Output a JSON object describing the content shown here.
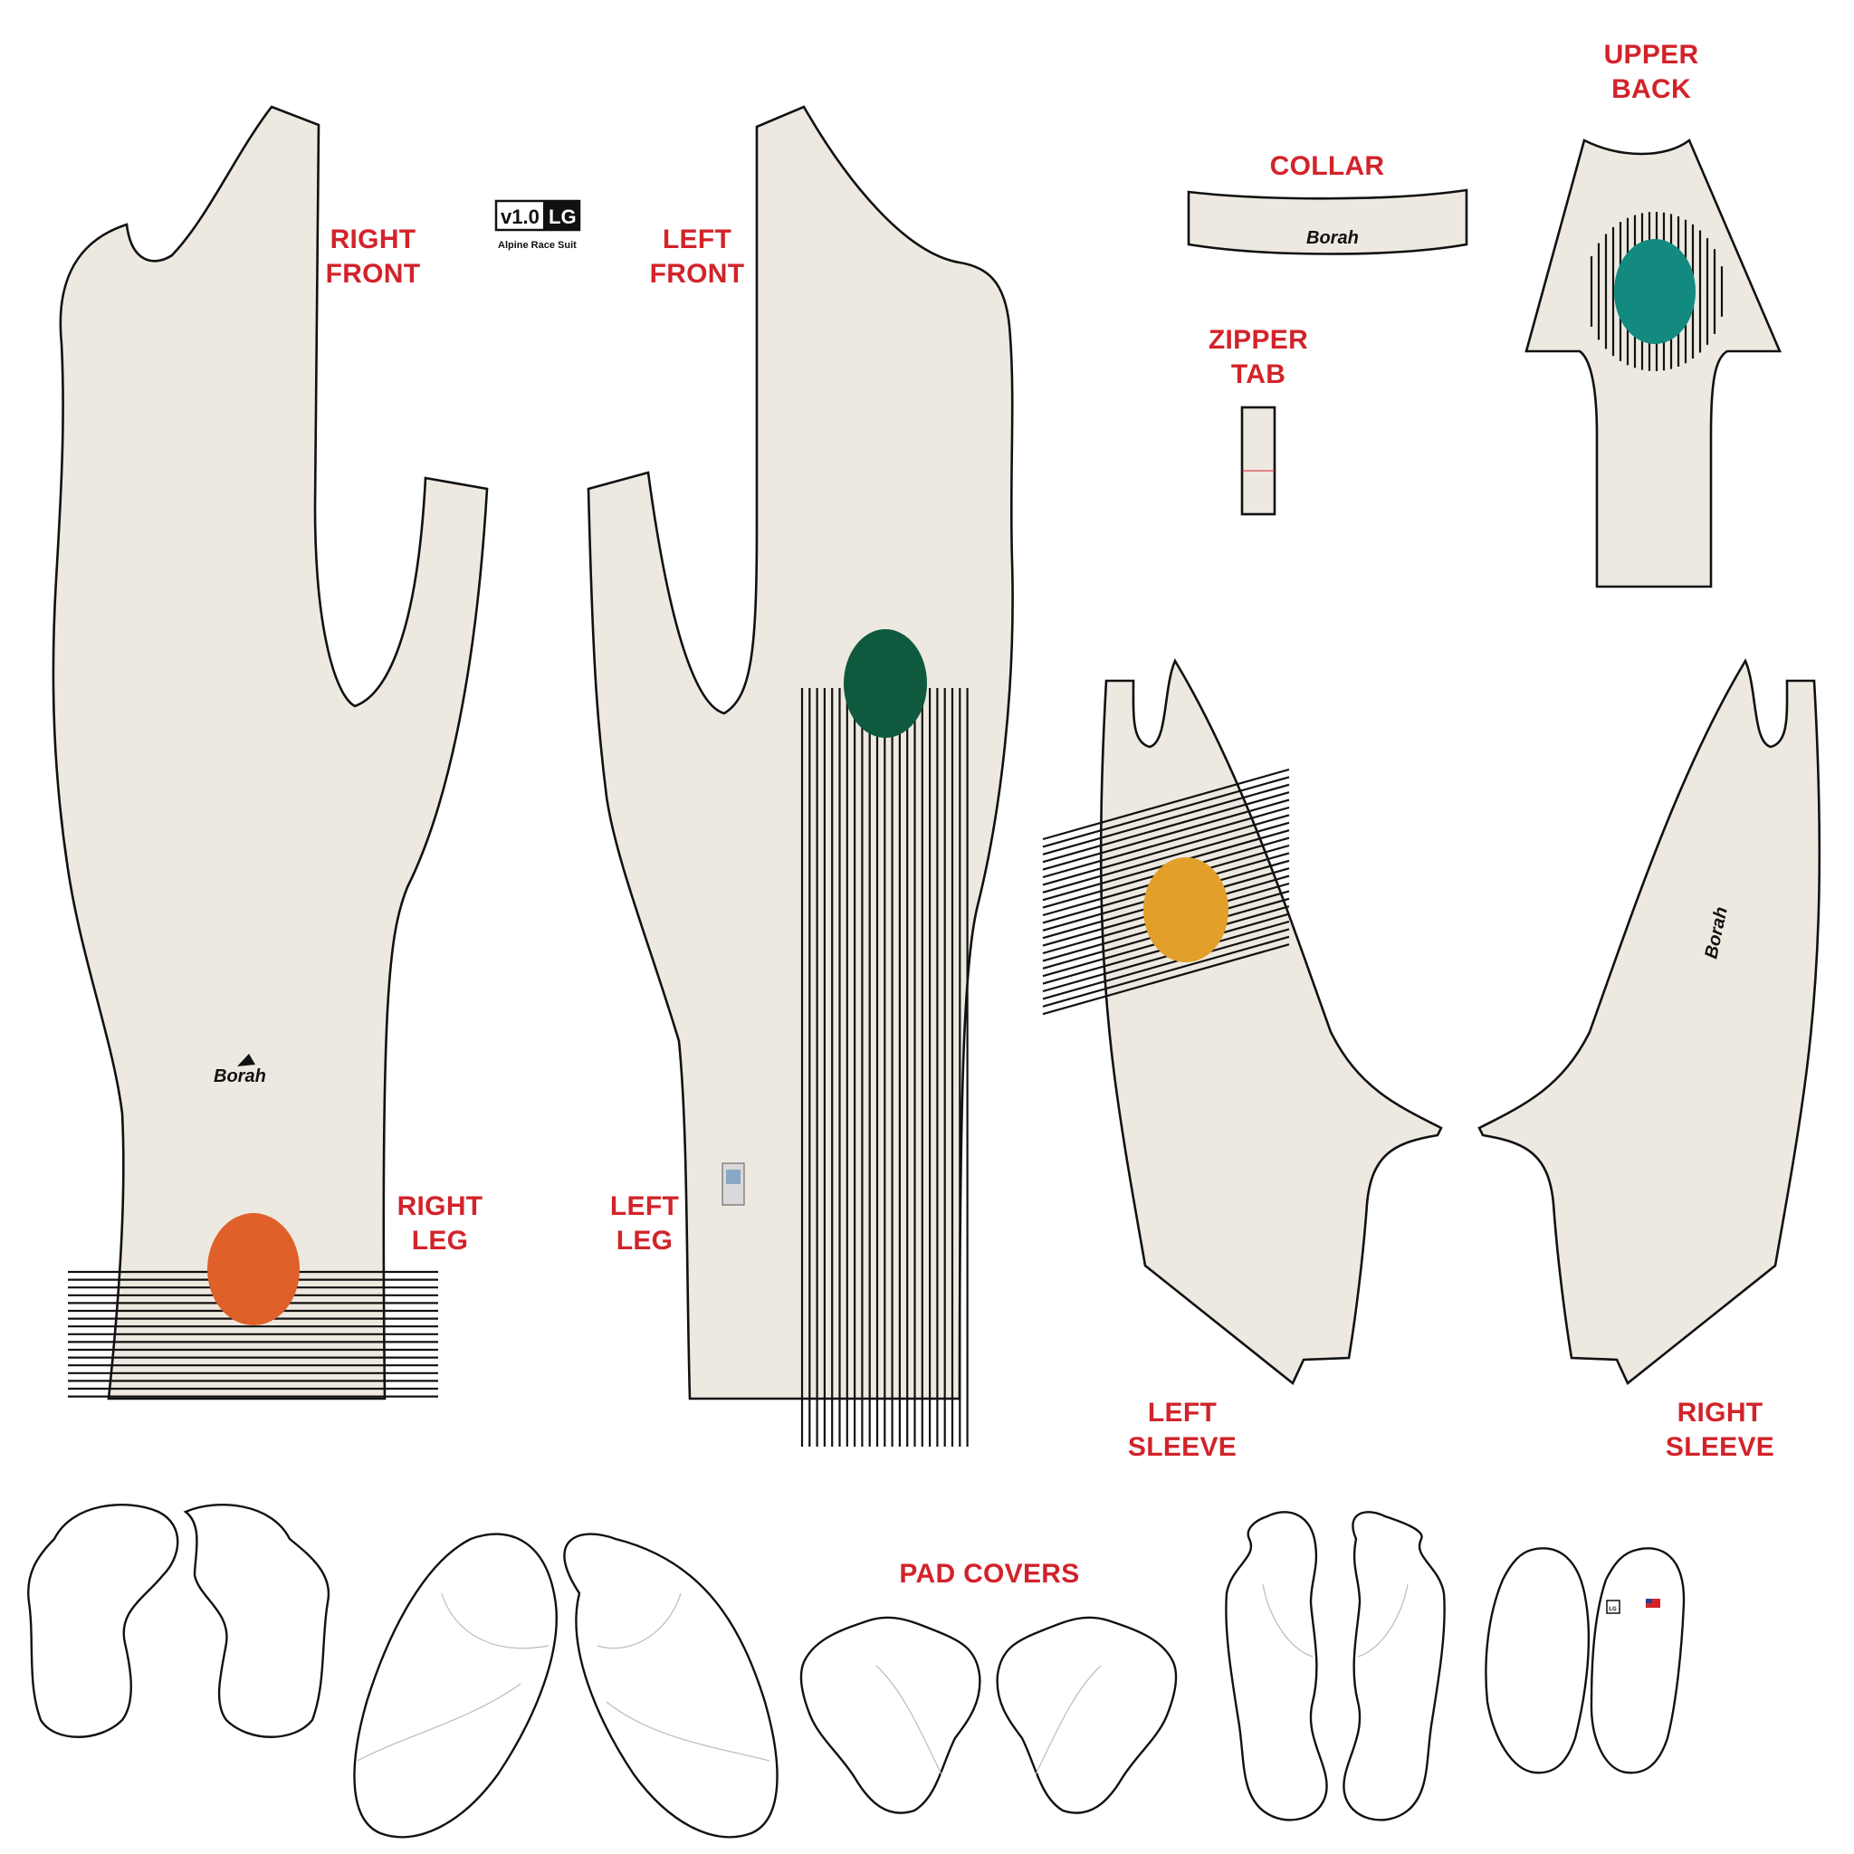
{
  "labels": {
    "right_front": [
      "RIGHT",
      "FRONT"
    ],
    "left_front": [
      "LEFT",
      "FRONT"
    ],
    "collar": "COLLAR",
    "upper_back": [
      "UPPER",
      "BACK"
    ],
    "zipper_tab": [
      "ZIPPER",
      "TAB"
    ],
    "right_leg": [
      "RIGHT",
      "LEG"
    ],
    "left_leg": [
      "LEFT",
      "LEG"
    ],
    "left_sleeve": [
      "LEFT",
      "SLEEVE"
    ],
    "right_sleeve": [
      "RIGHT",
      "SLEEVE"
    ],
    "pad_covers": "PAD COVERS"
  },
  "version_badge": {
    "version": "v1.0",
    "size": "LG",
    "product": "Alpine Race Suit"
  },
  "brand_mark": "Borah",
  "size_tag": "LG",
  "colors": {
    "label_red": "#d2232a",
    "fabric": "#ede9e0",
    "orange_dot": "#e0602a",
    "dark_green_dot": "#0f5a3e",
    "teal_dot": "#138a80",
    "amber_dot": "#e2a02a",
    "stripes": "#111111"
  }
}
